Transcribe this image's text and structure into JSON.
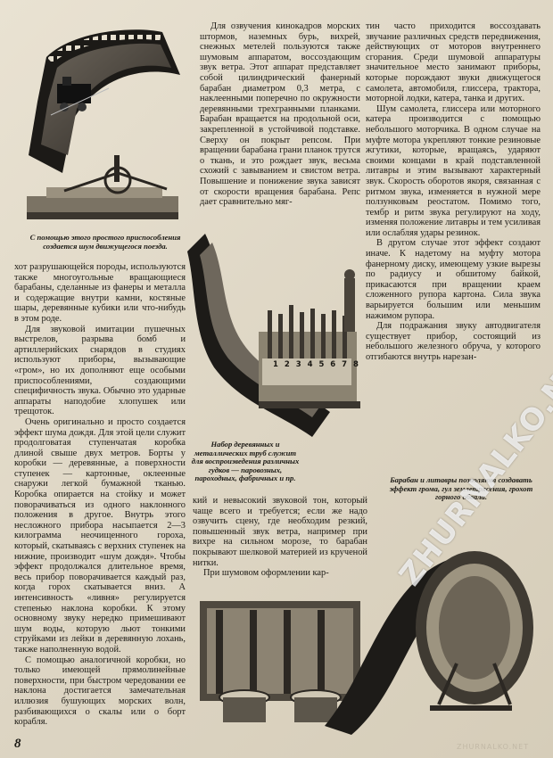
{
  "page_number": "8",
  "watermark": "ZHURNALKO.NET",
  "watermark_small": "ZHURNALKO.NET",
  "captions": {
    "top_left": "С помощью этого простого приспособления создается шум движущегося поезда.",
    "middle": "Набор деревянных и металлических труб служит для воспроизведения различных гудков — паровозных, пароходных, фабричных и пр.",
    "right": "Барабан и литавры позволяют создавать эффект грома, гул землетрясения, грохот горного обвала."
  },
  "text": {
    "mid_col": [
      "Для озвучения кинокадров морских штормов, наземных бурь, вихрей, снежных метелей пользуются также шумовым аппаратом, воссоздающим звук ветра. Этот аппарат представляет собой цилиндрический фанерный барабан диаметром 0,3 метра, с наклеенными поперечно по окружности деревянными трехгранными планками. Барабан вращается на продольной оси, закрепленной в устойчивой подставке. Сверху он покрыт репсом. При вращении барабана грани планок трутся о ткань, и это рождает звук, весьма схожий с завыванием и свистом ветра. Повышение и понижение звука зависят от скорости вращения барабана. Репс дает сравнительно мяг-"
    ],
    "right_col_top": [
      "тин часто приходится воссоздавать звучание различных средств передвижения, действующих от моторов внутреннего сгорания. Среди шумовой аппаратуры значительное место занимают приборы, которые порождают звуки движущегося самолета, автомобиля, глиссера, трактора, моторной лодки, катера, танка и других.",
      "Шум самолета, глиссера или моторного катера производится с помощью небольшого моторчика. В одном случае на муфте мотора укрепляют тонкие резиновые жгутики, которые, вращаясь, ударяют своими концами в край подставленной литавры и этим вызывают характерный звук. Скорость оборотов якоря, связанная с ритмом звука, изменяется в нужной мере ползунковым реостатом. Помимо того, тембр и ритм звука регулируют на ходу, изменяя положение литавры и тем усиливая или ослабляя удары резинок.",
      "В другом случае этот эффект создают иначе. К надетому на муфту мотора фанерному диску, имеющему узкие вырезы по радиусу и обшитому байкой, прикасаются при вращении краем сложенного рупора картона. Сила звука варьируется большим или меньшим нажимом рупора.",
      "Для подражания звуку автодвигателя существует прибор, состоящий из небольшого железного обруча, у которого отгибаются внутрь нарезан-"
    ],
    "left_col": [
      "хот разрушающейся породы, используются также многоугольные вращающиеся барабаны, сделанные из фанеры и металла и содержащие внутри камни, костяные шары, деревянные кубики или что-нибудь в этом роде.",
      "Для звуковой имитации пушечных выстрелов, разрыва бомб и артиллерийских снарядов в студиях используют приборы, вызывающие «гром», но их дополняют еще особыми приспособлениями, создающими специфичность звука. Обычно это ударные аппараты наподобие хлопушек или трещоток.",
      "Очень оригинально и просто создается эффект шума дождя. Для этой цели служит продолговатая ступенчатая коробка длиной свыше двух метров. Борты у коробки — деревянные, а поверхности ступенек — картонные, оклеенные снаружи легкой бумажной тканью. Коробка опирается на стойку и может поворачиваться из одного наклонного положения в другое. Внутрь этого несложного прибора насыпается 2—3 килограмма неочищенного гороха, который, скатываясь с верхних ступенек на нижние, производит «шум дождя». Чтобы эффект продолжался длительное время, весь прибор поворачивается каждый раз, когда горох скатывается вниз. А интенсивность «ливня» регулируется степенью наклона коробки. К этому основному звуку нередко примешивают шум воды, которую льют тонкими струйками из лейки в деревянную лохань, также наполненную водой.",
      "С помощью аналогичной коробки, но только имеющей прямолинейные поверхности, при быстром чередовании ее наклона достигается замечательная иллюзия бушующих морских волн, разбивающихся о скалы или о борт корабля."
    ],
    "mid_col_bottom": [
      "кий и невысокий звуковой тон, который чаще всего и требуется; если же надо озвучить сцену, где необходим резкий, повышенный звук ветра, например при вихре на сильном морозе, то барабан покрывают шелковой материей из крученой нитки.",
      "При шумовом оформлении кар-"
    ]
  },
  "pipe_numbers": [
    "1",
    "2",
    "3",
    "4",
    "5",
    "6",
    "7",
    "8"
  ]
}
